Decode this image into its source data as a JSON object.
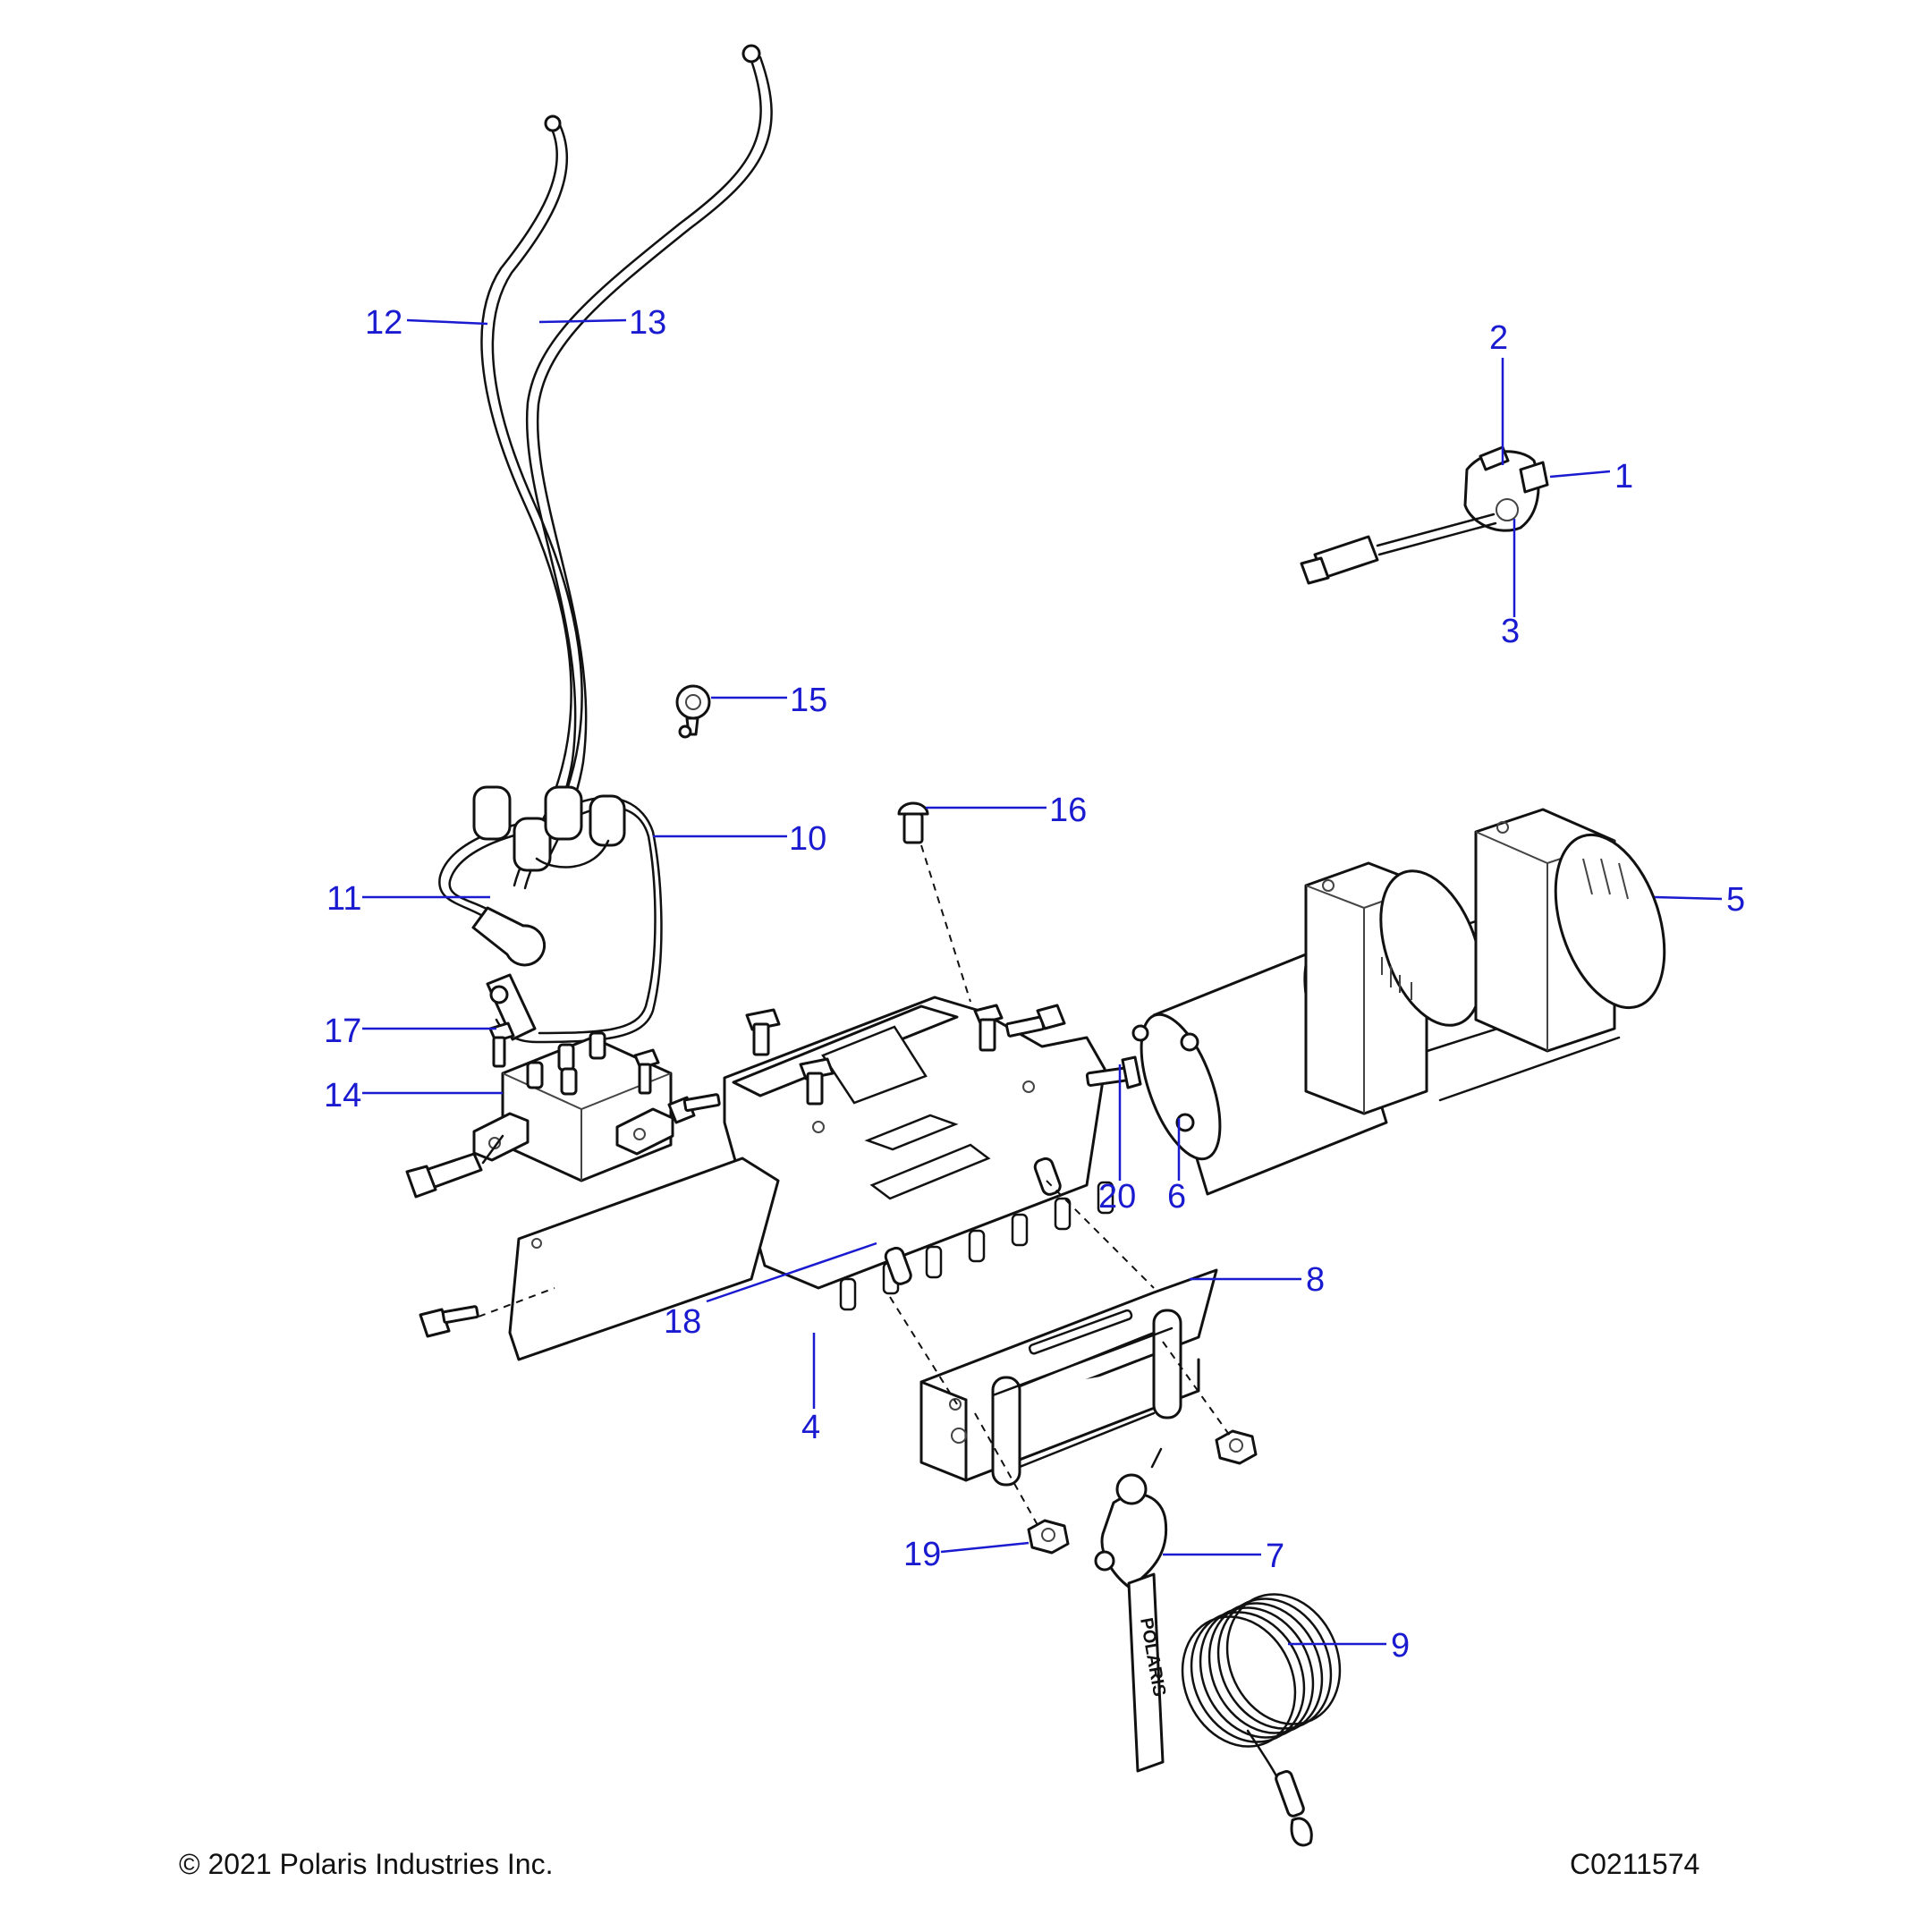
{
  "callouts": [
    {
      "id": "1",
      "label": "1"
    },
    {
      "id": "2",
      "label": "2"
    },
    {
      "id": "3",
      "label": "3"
    },
    {
      "id": "4",
      "label": "4"
    },
    {
      "id": "5",
      "label": "5"
    },
    {
      "id": "6",
      "label": "6"
    },
    {
      "id": "7",
      "label": "7"
    },
    {
      "id": "8",
      "label": "8"
    },
    {
      "id": "9",
      "label": "9"
    },
    {
      "id": "10",
      "label": "10"
    },
    {
      "id": "11",
      "label": "11"
    },
    {
      "id": "12",
      "label": "12"
    },
    {
      "id": "13",
      "label": "13"
    },
    {
      "id": "14",
      "label": "14"
    },
    {
      "id": "15",
      "label": "15"
    },
    {
      "id": "16",
      "label": "16"
    },
    {
      "id": "17",
      "label": "17"
    },
    {
      "id": "18",
      "label": "18"
    },
    {
      "id": "19",
      "label": "19"
    },
    {
      "id": "20",
      "label": "20"
    }
  ],
  "strap_text": "POLARIS",
  "footer": {
    "copyright": "© 2021 Polaris Industries Inc.",
    "figure_code": "C0211574"
  },
  "colors": {
    "callout": "#1a1ad0",
    "line_art": "#111111",
    "background": "#ffffff"
  }
}
